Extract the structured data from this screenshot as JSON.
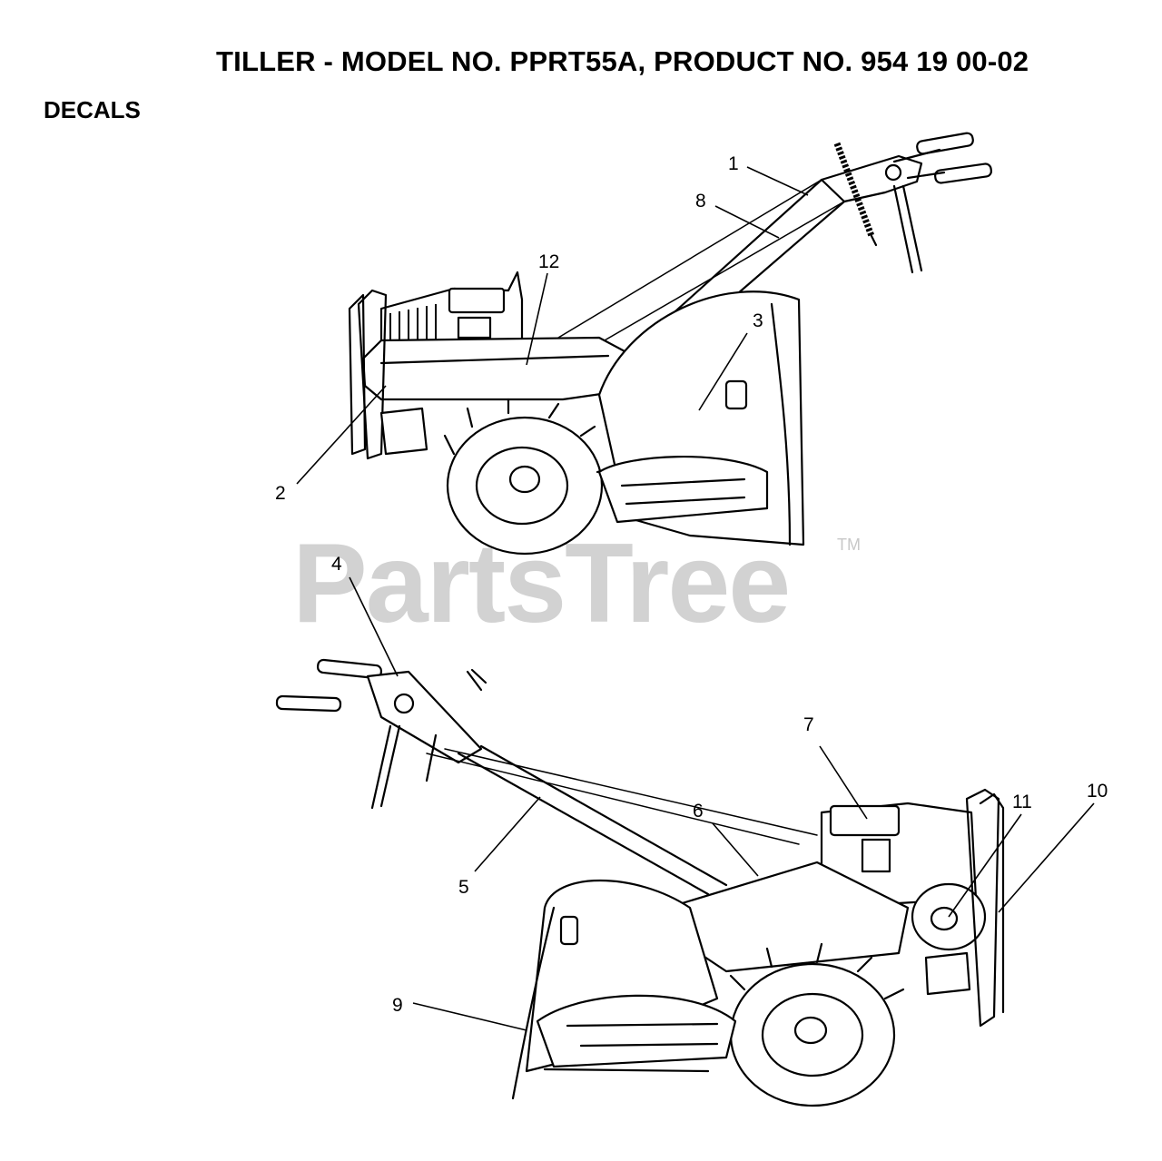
{
  "header": {
    "title": "TILLER - MODEL NO. PPRT55A, PRODUCT NO. 954 19 00-02",
    "section": "DECALS"
  },
  "watermark": {
    "brand": "PartsTree",
    "trademark": "TM"
  },
  "callouts": [
    {
      "id": "c1",
      "label": "1"
    },
    {
      "id": "c2",
      "label": "2"
    },
    {
      "id": "c3",
      "label": "3"
    },
    {
      "id": "c4",
      "label": "4"
    },
    {
      "id": "c5",
      "label": "5"
    },
    {
      "id": "c6",
      "label": "6"
    },
    {
      "id": "c7",
      "label": "7"
    },
    {
      "id": "c8",
      "label": "8"
    },
    {
      "id": "c9",
      "label": "9"
    },
    {
      "id": "c10",
      "label": "10"
    },
    {
      "id": "c11",
      "label": "11"
    },
    {
      "id": "c12",
      "label": "12"
    }
  ]
}
